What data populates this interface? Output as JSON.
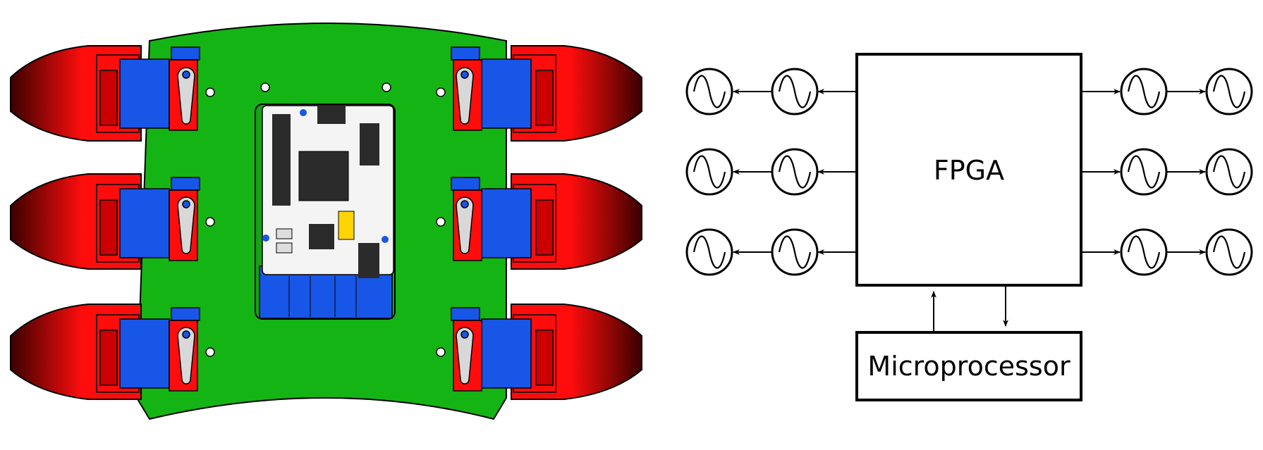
{
  "diagram": {
    "fpga_label": "FPGA",
    "micro_label": "Microprocessor",
    "colors": {
      "board": "#14b414",
      "leg": "#ff0d0d",
      "leg_dark": "#3a0000",
      "servo": "#1856e8",
      "servo_dark": "#0b2f8a",
      "pcb": "#f4f4f4",
      "chip": "#2b2b2b",
      "line": "#000000"
    },
    "icons": {
      "oscillator": "sine-wave-circle",
      "arrow": "arrowhead"
    }
  }
}
